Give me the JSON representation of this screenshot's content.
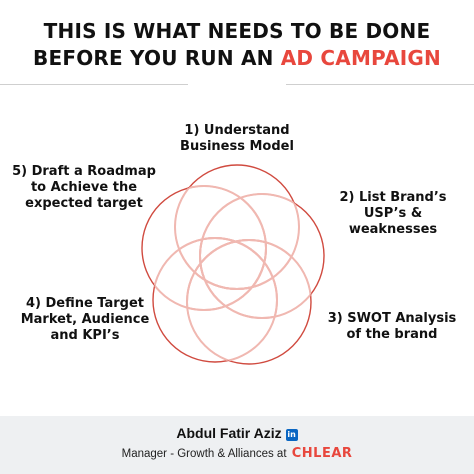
{
  "header": {
    "title_line1": "THIS IS WHAT NEEDS TO BE DONE",
    "title_line2_prefix": "BEFORE YOU RUN AN",
    "title_line2_accent": "AD CAMPAIGN"
  },
  "diagram": {
    "steps": [
      {
        "id": 1,
        "lines": [
          "1) Understand",
          "Business Model"
        ]
      },
      {
        "id": 2,
        "lines": [
          "2) List Brand’s",
          "USP’s &",
          "weaknesses"
        ]
      },
      {
        "id": 3,
        "lines": [
          "3) SWOT Analysis",
          "of the brand"
        ]
      },
      {
        "id": 4,
        "lines": [
          "4) Define Target",
          "Market, Audience",
          "and KPI’s"
        ]
      },
      {
        "id": 5,
        "lines": [
          "5) Draft a Roadmap",
          "to Achieve the",
          "expected target"
        ]
      }
    ],
    "colors": {
      "outer_ring": "#d04a3f",
      "inner_arcs": "#f0b8b1"
    }
  },
  "footer": {
    "author": "Abdul Fatir Aziz",
    "linkedin_icon": "linkedin-icon",
    "role": "Manager - Growth & Alliances at",
    "brand": "CHLEAR"
  },
  "colors": {
    "accent": "#e8473d",
    "text": "#111111",
    "footer_bg": "#eef0f2"
  }
}
